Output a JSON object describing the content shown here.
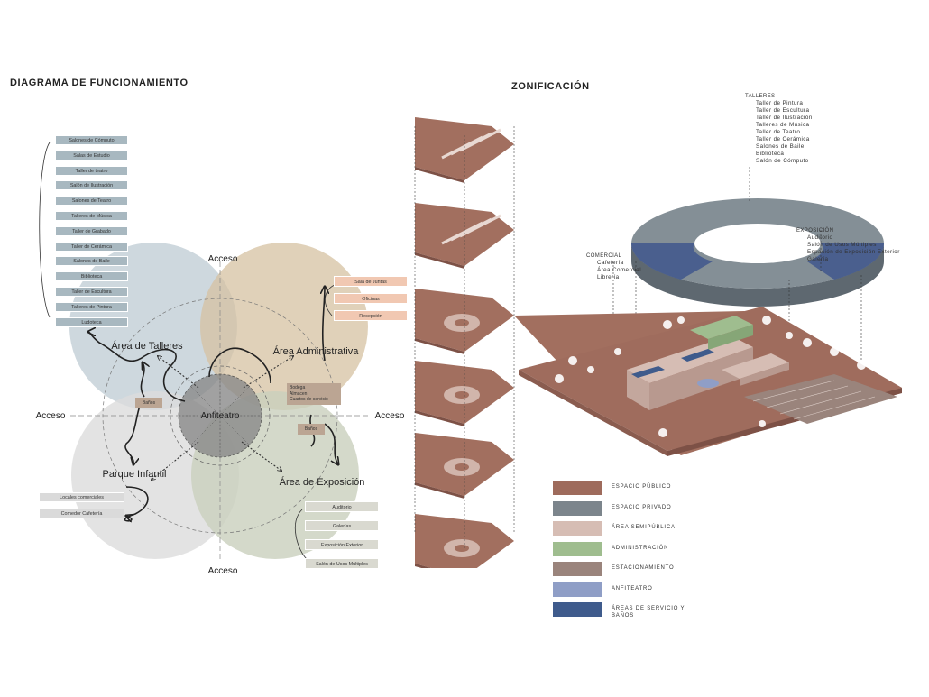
{
  "titles": {
    "left": "DIAGRAMA DE FUNCIONAMIENTO",
    "right": "ZONIFICACIÓN"
  },
  "diagram": {
    "workshop_items": [
      "Salones de Cómputo",
      "Salas de Estudio",
      "Taller de teatro",
      "Salón de Ilustración",
      "Salones de Teatro",
      "Talleres de Música",
      "Taller de Grabado",
      "Taller de Cerámica",
      "Salones de Baile",
      "Biblioteca",
      "Taller de Escultura",
      "Talleres de Pintura",
      "Ludoteca"
    ],
    "admin_items": [
      "Sala de Juntas",
      "Oficinas",
      "Recepción"
    ],
    "exhibit_items": [
      "Auditorio",
      "Galerías",
      "Exposición Exterior",
      "Salón de Usos Múltiples"
    ],
    "park_items": [
      "Locales comerciales",
      "Comedor Cafetería"
    ],
    "zones": {
      "talleres": "Área de Talleres",
      "admin": "Área Administrativa",
      "exhibit": "Área de Exposición",
      "park": "Parque Infantil",
      "center": "Anfiteatro"
    },
    "access": {
      "top": "Acceso",
      "left": "Acceso",
      "right": "Acceso",
      "bottom": "Acceso"
    },
    "small_boxes": {
      "banos_left": "Baños",
      "services": "Bodega\nAlmacen\nCuartos de servicio",
      "banos_right": "Baños"
    },
    "colors": {
      "talleres": "#c6d1d8",
      "admin": "#d6c2a2",
      "exhibit": "#c9d0bd",
      "park": "#dcdcdc",
      "center": "#8a8a8a",
      "list": "#a8b8c0",
      "admin_list": "#f1c8b2",
      "exhibit_list": "#d9d9d0",
      "park_list": "#dadada",
      "brown_box": "#bba593"
    }
  },
  "zoning": {
    "talleres_label": "TALLERES",
    "talleres_items": [
      "Taller de Pintura",
      "Taller de Escultura",
      "Taller de Ilustración",
      "Talleres de Música",
      "Taller de Teatro",
      "Taller de Cerámica",
      "Salones de Baile",
      "Biblioteca",
      "Salón de Cómputo"
    ],
    "exposicion_label": "EXPOSICIÓN",
    "exposicion_items": [
      "Auditorio",
      "Salón de Usos Múltiples",
      "Espación de Exposición Exterior",
      "Galería"
    ],
    "comercial_label": "COMERCIAL",
    "comercial_items": [
      "Cafetería",
      "Área Comercial",
      "Librería"
    ]
  },
  "legend": [
    {
      "label": "ESPACIO PÚBLICO",
      "color": "#9e6b5c"
    },
    {
      "label": "ESPACIO PRIVADO",
      "color": "#7c858c"
    },
    {
      "label": "ÁREA SEMIPÚBLICA",
      "color": "#d6bdb4"
    },
    {
      "label": "ADMINISTRACIÓN",
      "color": "#9fbd8f"
    },
    {
      "label": "ESTACIONAMIENTO",
      "color": "#9a847c"
    },
    {
      "label": "ANFITEATRO",
      "color": "#8f9ec6"
    },
    {
      "label": "ÁREAS DE SERVICIO Y",
      "label2": "BAÑOS",
      "color": "#3f5b8c"
    }
  ]
}
